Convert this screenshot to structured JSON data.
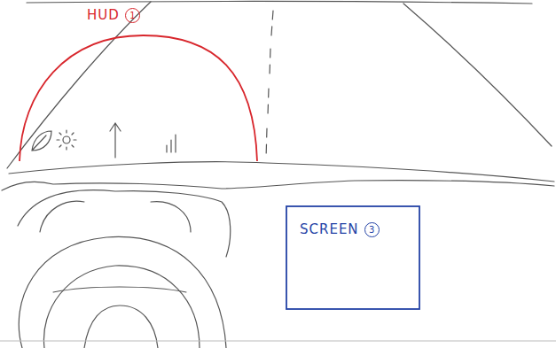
{
  "diagram": {
    "nodes": [
      {
        "text": [
          "HUD",
          "1"
        ]
      },
      {
        "text": [
          "SCREEN",
          "3"
        ]
      }
    ],
    "edges": []
  }
}
